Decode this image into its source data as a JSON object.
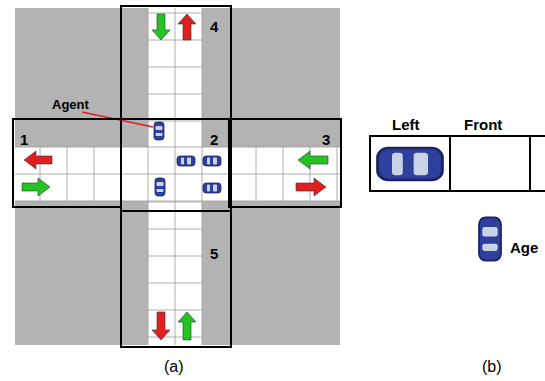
{
  "diagram": {
    "nodes": [
      {
        "text": [
          "4"
        ]
      },
      {
        "text": [
          "1"
        ]
      },
      {
        "text": [
          "2"
        ]
      },
      {
        "text": [
          "3"
        ]
      },
      {
        "text": [
          "5"
        ]
      },
      {
        "text": [
          "Left"
        ]
      },
      {
        "text": [
          "Front"
        ]
      }
    ],
    "labels": [
      "Agent",
      "(a)",
      "(b)",
      "Age"
    ]
  }
}
